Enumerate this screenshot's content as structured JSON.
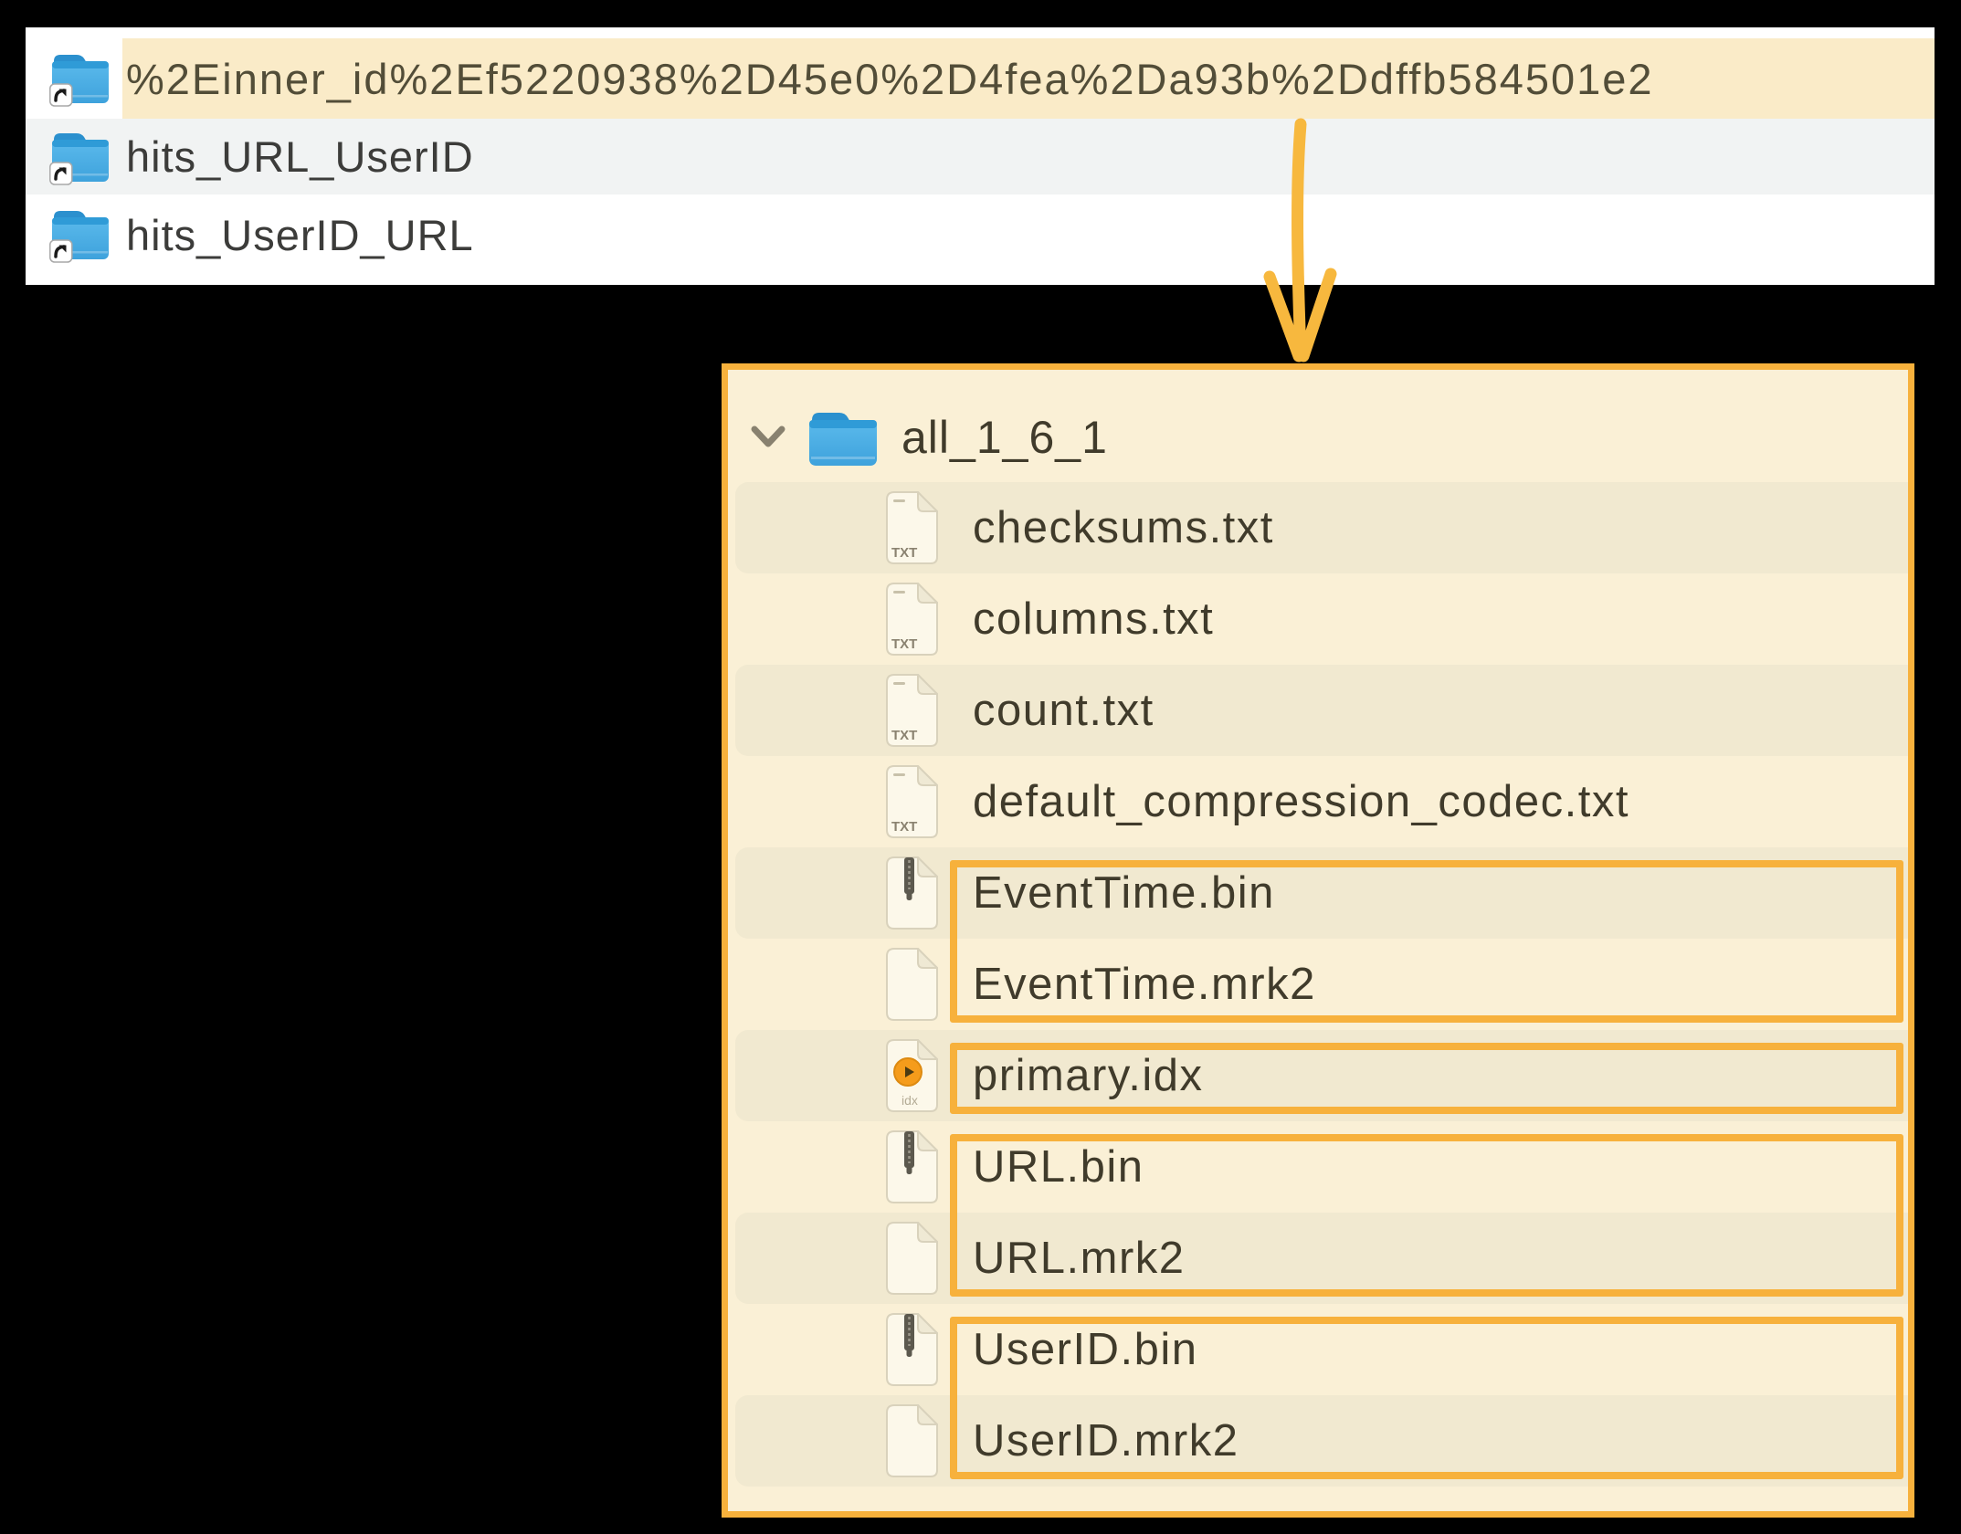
{
  "top_panel": {
    "rows": [
      {
        "name": "%2Einner_id%2Ef5220938%2D45e0%2D4fea%2Da93b%2Ddffb584501e2",
        "icon": "folder-alias",
        "highlighted": true
      },
      {
        "name": "hits_URL_UserID",
        "icon": "folder-alias",
        "highlighted": false
      },
      {
        "name": "hits_UserID_URL",
        "icon": "folder-alias",
        "highlighted": false
      }
    ]
  },
  "annotation": {
    "arrow_color": "#F7B83E",
    "box_color": "#F7B13C"
  },
  "tree_panel": {
    "background": "#FAF0D6",
    "stripe_color": "#F1E9D0",
    "root": {
      "name": "all_1_6_1",
      "icon": "folder",
      "expanded": true
    },
    "files": [
      {
        "name": "checksums.txt",
        "icon": "txt",
        "striped": true,
        "box_group": null
      },
      {
        "name": "columns.txt",
        "icon": "txt",
        "striped": false,
        "box_group": null
      },
      {
        "name": "count.txt",
        "icon": "txt",
        "striped": true,
        "box_group": null
      },
      {
        "name": "default_compression_codec.txt",
        "icon": "txt",
        "striped": false,
        "box_group": null
      },
      {
        "name": "EventTime.bin",
        "icon": "bin",
        "striped": true,
        "box_group": 1
      },
      {
        "name": "EventTime.mrk2",
        "icon": "mrk",
        "striped": false,
        "box_group": 1
      },
      {
        "name": "primary.idx",
        "icon": "idx",
        "striped": true,
        "box_group": 2
      },
      {
        "name": "URL.bin",
        "icon": "bin",
        "striped": false,
        "box_group": 3
      },
      {
        "name": "URL.mrk2",
        "icon": "mrk",
        "striped": true,
        "box_group": 3
      },
      {
        "name": "UserID.bin",
        "icon": "bin",
        "striped": false,
        "box_group": 4
      },
      {
        "name": "UserID.mrk2",
        "icon": "mrk",
        "striped": true,
        "box_group": 4
      }
    ]
  },
  "icons": {
    "txt": {
      "label": "TXT"
    },
    "idx": {
      "label": "idx"
    }
  }
}
